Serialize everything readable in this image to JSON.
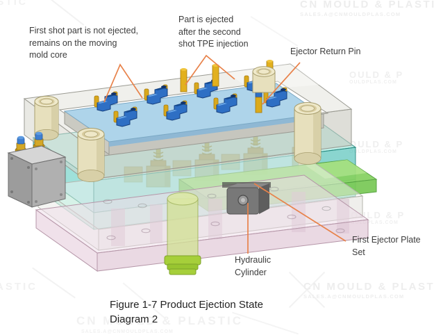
{
  "figure": {
    "caption": {
      "lines": [
        "Figure 1-7 Product Ejection State",
        "Diagram 2"
      ]
    }
  },
  "annotations": {
    "first_shot": {
      "lines": [
        "First shot part is not ejected,",
        "remains on the moving",
        "mold core"
      ]
    },
    "part_ejected": {
      "lines": [
        "Part is ejected",
        "after the second",
        "shot TPE injection"
      ]
    },
    "ejector_return_pin": {
      "label": "Ejector Return Pin"
    },
    "first_ejector_plate_set": {
      "lines": [
        "First Ejector Plate",
        "Set"
      ]
    },
    "hydraulic_cylinder": {
      "lines": [
        "Hydraulic",
        "Cylinder"
      ]
    }
  },
  "watermarks": {
    "brand": "CN MOULD & PLASTIC",
    "brand_cut": "CN MOULD & P",
    "email": "SALES.A@CNMOULDPLAS.COM",
    "right_fragment_line1": "OULD & P",
    "right_fragment_line2": "OULDPLAS.COM",
    "bottom_left_fragment": "ASTIC",
    "top_left_fragment": "STIC"
  },
  "colors": {
    "leader_line": "#E8824A",
    "annotation_text": "#3C3C3C",
    "molded_part_blue": "#2E6FC4",
    "core_plate_blue": "#AED4EA",
    "teal_plate": "#5FD0C0",
    "ejector_plate_green": "#86D161",
    "hydraulic_cylinder_lime": "#A6CF3A",
    "guide_bushing_cream": "#E7E0BD",
    "bottom_plate_pink": "#E9D6E2",
    "ejector_pin_yellow": "#D9A81C"
  }
}
